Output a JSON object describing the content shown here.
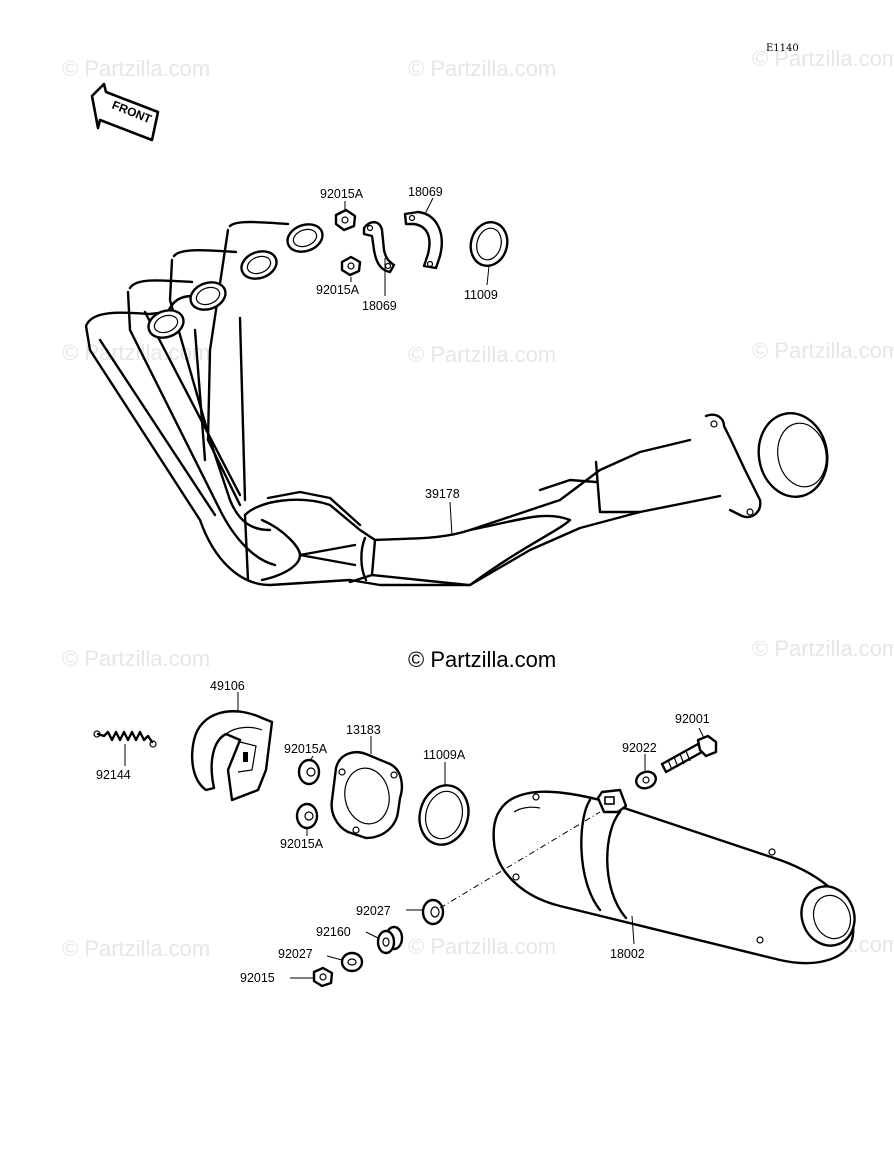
{
  "diagram_code": "E1140",
  "front_label": "FRONT",
  "copyright": "© Partzilla.com",
  "watermark": "© Partzilla.com",
  "labels": {
    "p92015A_top": "92015A",
    "p92015A_mid": "92015A",
    "p18069_top": "18069",
    "p18069_bot": "18069",
    "p11009": "11009",
    "p39178": "39178",
    "p49106": "49106",
    "p92144": "92144",
    "p13183": "13183",
    "p92015A_left1": "92015A",
    "p92015A_left2": "92015A",
    "p11009A": "11009A",
    "p92001": "92001",
    "p92022": "92022",
    "p92027_a": "92027",
    "p92160": "92160",
    "p92027_b": "92027",
    "p92015": "92015",
    "p18002": "18002"
  }
}
